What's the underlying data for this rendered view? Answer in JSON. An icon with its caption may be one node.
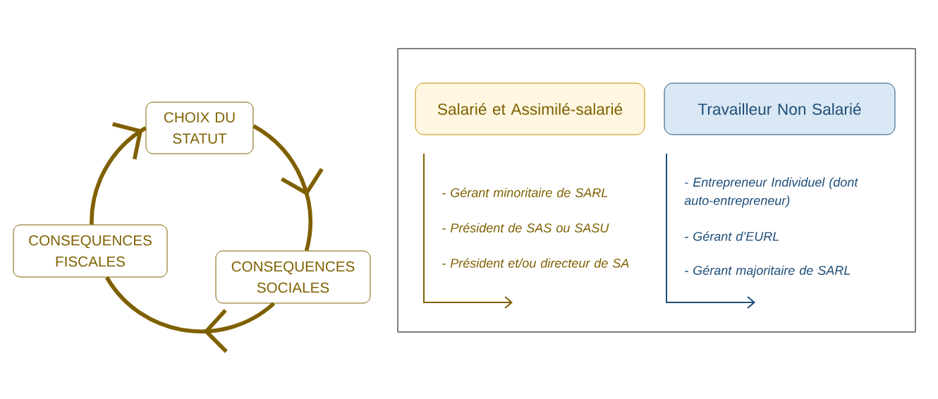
{
  "diagram": {
    "nodes": [
      {
        "text": [
          "CHOIX DU STATUT"
        ]
      },
      {
        "text": [
          "CONSEQUENCES FISCALES"
        ]
      },
      {
        "text": [
          "CONSEQUENCES SOCIALES"
        ]
      },
      {
        "text": [],
        "shape": "box"
      },
      {
        "text": [
          "Salarié et Assimilé-salarié"
        ],
        "in": 3
      },
      {
        "text": [
          "Travailleur Non Salarié"
        ],
        "in": 3
      }
    ],
    "edges": [
      {
        "from": 0,
        "to": 2,
        "arrow": "to"
      },
      {
        "from": 2,
        "to": 1,
        "arrow": "to"
      },
      {
        "from": 1,
        "to": 0,
        "arrow": "to"
      }
    ],
    "labels": [
      "- Gérant minoritaire de SARL",
      "- Président de SAS ou SASU",
      "- Président et/ou directeur de SA",
      "- Entrepreneur Individuel (dont auto-entrepreneur)",
      "- Gérant d’EURL",
      "- Gérant majoritaire de SARL"
    ]
  }
}
